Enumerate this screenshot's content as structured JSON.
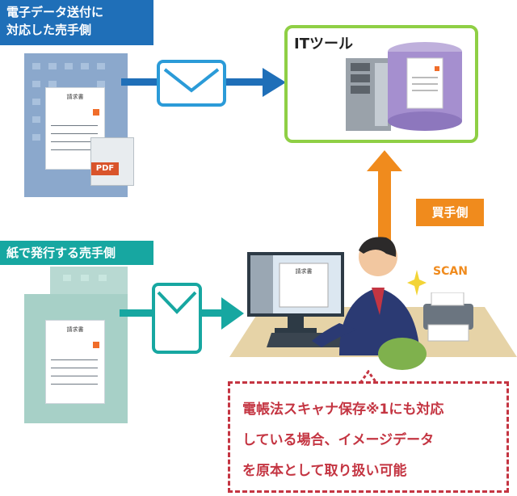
{
  "labels": {
    "electronic_seller": "電子データ送付に\n対応した売手側",
    "paper_seller": "紙で発行する売手側",
    "buyer": "買手側",
    "it_tool": "ITツール",
    "scan": "SCAN"
  },
  "documents": {
    "invoice_title": "請求書",
    "pdf_badge": "PDF"
  },
  "callout": {
    "line1": "電帳法スキャナ保存※1にも対応",
    "line2": "している場合、イメージデータ",
    "line3": "を原本として取り扱い可能"
  },
  "colors": {
    "blue": "#1f6fb8",
    "teal": "#17a7a1",
    "orange": "#f08b1d",
    "green": "#8fcf45",
    "red": "#c43542"
  }
}
